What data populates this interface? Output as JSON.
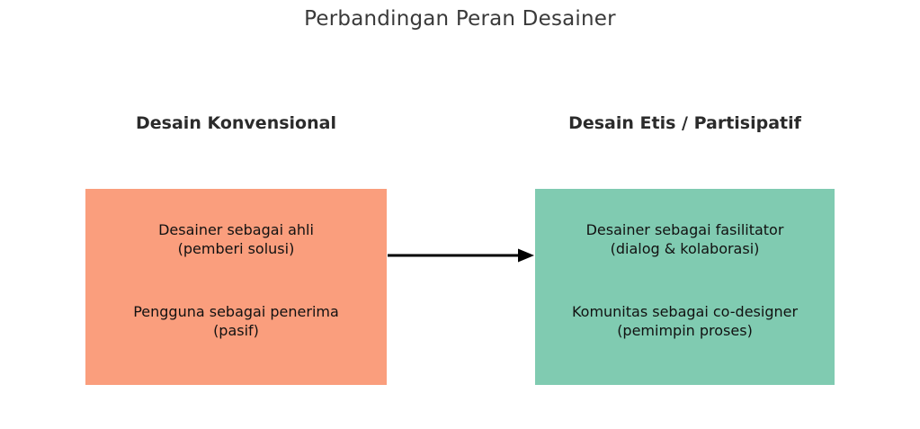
{
  "title": "Perbandingan Peran Desainer",
  "left_column": {
    "heading": "Desain Konvensional",
    "box_color": "#FA9E7D",
    "items": [
      {
        "line1": "Desainer sebagai ahli",
        "line2": "(pemberi solusi)"
      },
      {
        "line1": "Pengguna sebagai penerima",
        "line2": "(pasif)"
      }
    ]
  },
  "right_column": {
    "heading": "Desain Etis / Partisipatif",
    "box_color": "#80CBB1",
    "items": [
      {
        "line1": "Desainer sebagai fasilitator",
        "line2": "(dialog & kolaborasi)"
      },
      {
        "line1": "Komunitas sebagai co-designer",
        "line2": "(pemimpin proses)"
      }
    ]
  },
  "arrow": {
    "direction": "left-to-right",
    "color": "#000000"
  },
  "colors": {
    "background": "#ffffff",
    "title_text": "#3a3a3a",
    "heading_text": "#2b2b2b",
    "box_text": "#111111"
  }
}
